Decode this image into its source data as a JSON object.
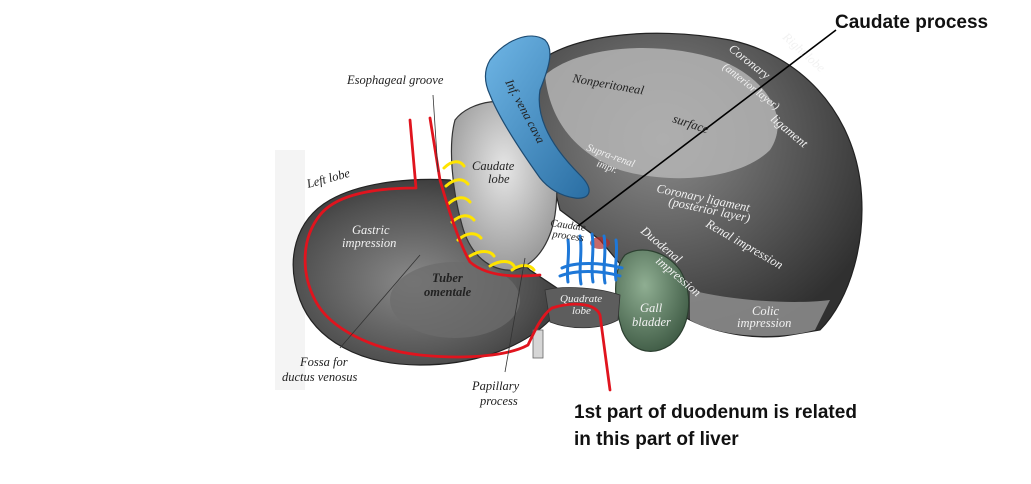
{
  "labels": {
    "esophageal_groove": "Esophageal groove",
    "left_lobe": "Left lobe",
    "gastric_1": "Gastric",
    "gastric_2": "impression",
    "caudate_lobe_1": "Caudate",
    "caudate_lobe_2": "lobe",
    "ivc": "Inf. vena cava",
    "nonperitoneal_1": "Nonperitoneal",
    "nonperitoneal_2": "surface",
    "right_lobe": "Right lobe",
    "coronary_ant_1": "Coronary",
    "coronary_ant_2": "ligament",
    "coronary_ant_3": "(anterior layer)",
    "suprarenal_1": "Supra-renal",
    "suprarenal_2": "impr.",
    "coronary_post_1": "Coronary ligament",
    "coronary_post_2": "(posterior layer)",
    "renal": "Renal impression",
    "caudate_process_small_1": "Caudate",
    "caudate_process_small_2": "process",
    "duodenal_1": "Duodenal",
    "duodenal_2": "impression",
    "tuber_1": "Tuber",
    "tuber_2": "omentale",
    "quadrate_1": "Quadrate",
    "quadrate_2": "lobe",
    "gall_1": "Gall",
    "gall_2": "bladder",
    "colic_1": "Colic",
    "colic_2": "impression",
    "fossa_1": "Fossa for",
    "fossa_2": "ductus venosus",
    "papillary_1": "Papillary",
    "papillary_2": "process"
  },
  "callouts": {
    "caudate_process": "Caudate process",
    "duodenum_line1": "1st part of duodenum is related",
    "duodenum_line2": "in this part of liver"
  },
  "colors": {
    "liver_dark": "#4a4a4a",
    "liver_mid": "#7a7a7a",
    "liver_light": "#c8c8c8",
    "ivc_blue": "#3f8fc4",
    "gallbladder": "#5b7a62",
    "red_outline": "#e0141e",
    "yellow_marks": "#ffe400",
    "blue_marks": "#1e78d8",
    "callout_line": "#000000"
  }
}
